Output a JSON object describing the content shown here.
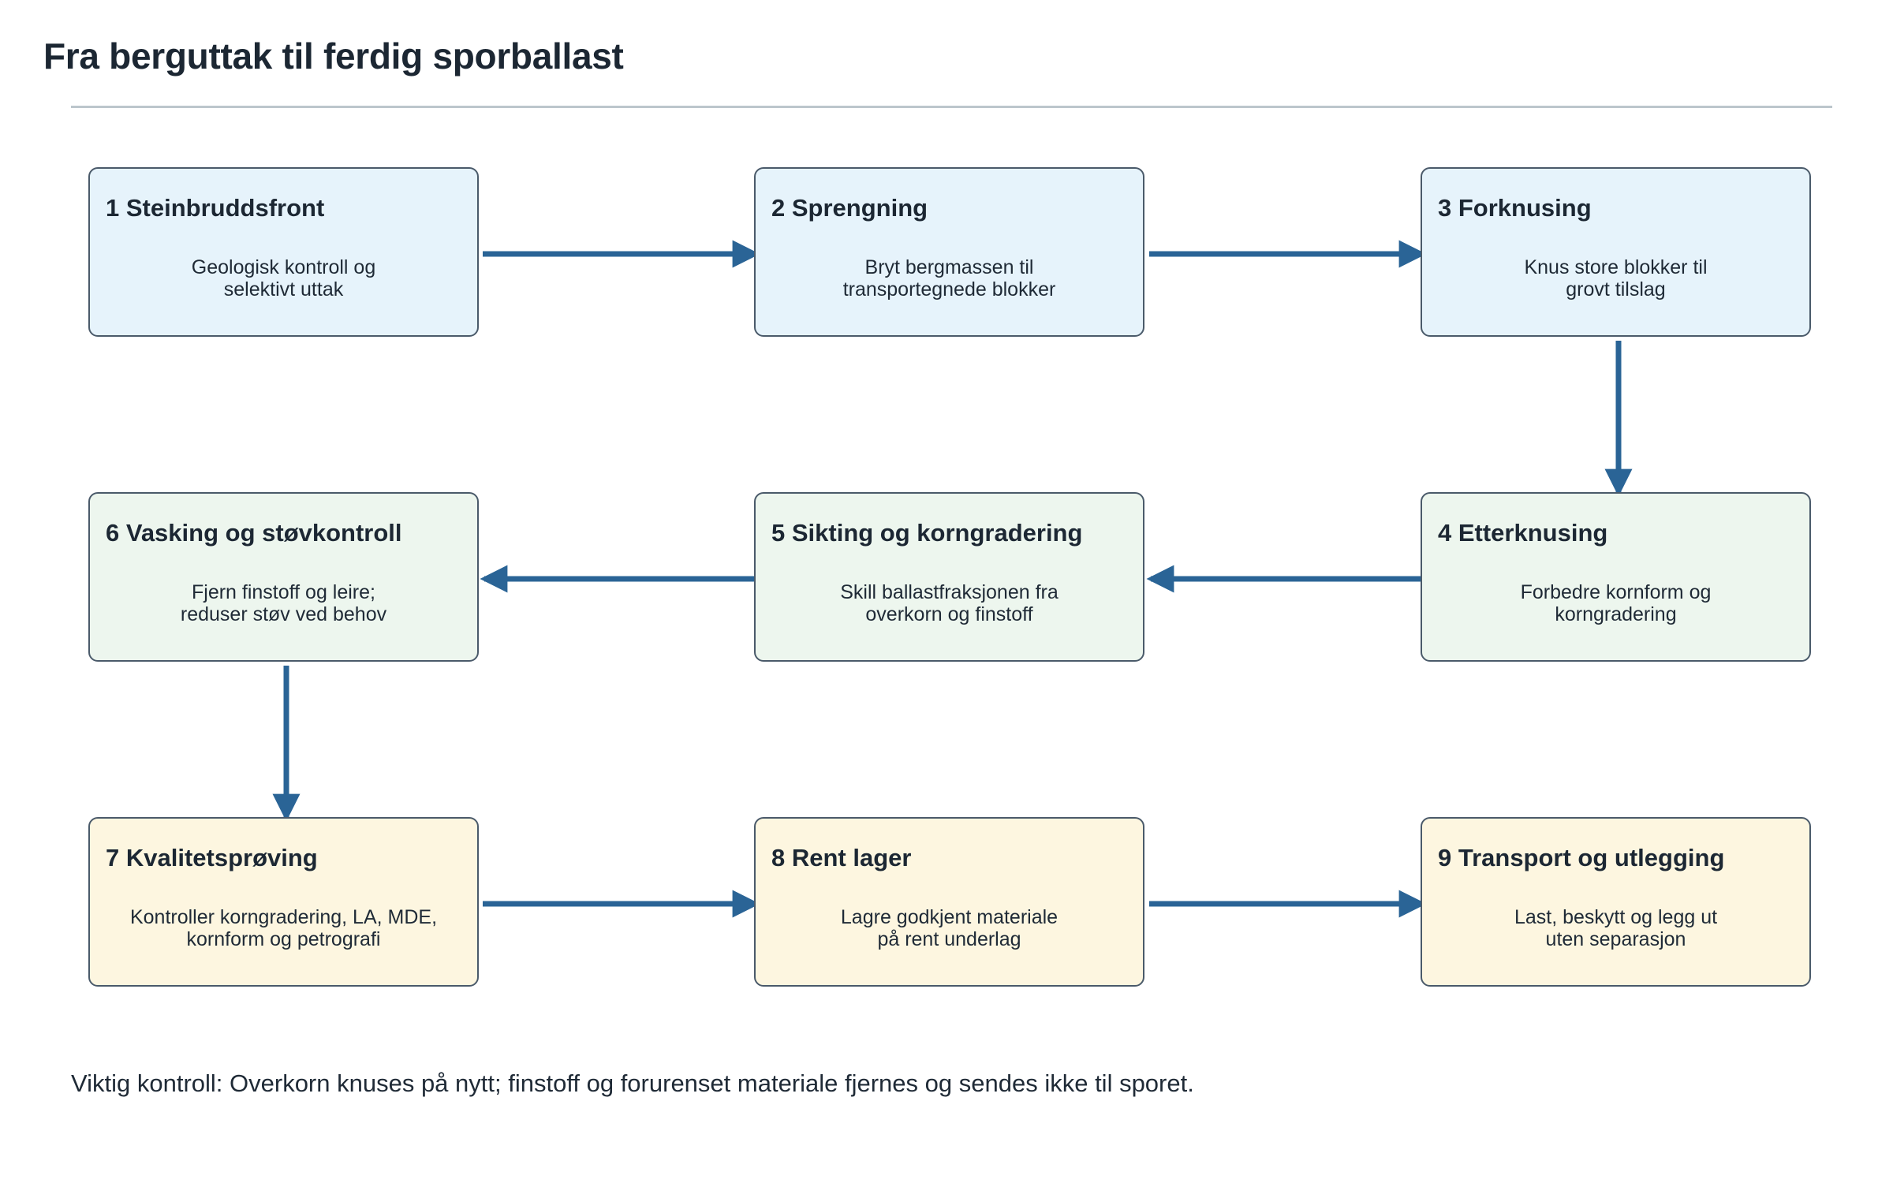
{
  "title": "Fra berguttak til ferdig sporballast",
  "colors": {
    "stage_blue": "#e6f3fb",
    "stage_green": "#edf6ee",
    "stage_yellow": "#fdf6e0",
    "arrow": "#2a6496",
    "border": "#4a5a6a"
  },
  "steps": [
    {
      "title": "1 Steinbruddsfront",
      "desc": [
        "Geologisk kontroll og",
        "selektivt uttak"
      ]
    },
    {
      "title": "2 Sprengning",
      "desc": [
        "Bryt bergmassen til",
        "transportegnede blokker"
      ]
    },
    {
      "title": "3 Forknusing",
      "desc": [
        "Knus store blokker til",
        "grovt tilslag"
      ]
    },
    {
      "title": "4 Etterknusing",
      "desc": [
        "Forbedre kornform og",
        "korngradering"
      ]
    },
    {
      "title": "5 Sikting og korngradering",
      "desc": [
        "Skill ballastfraksjonen fra",
        "overkorn og finstoff"
      ]
    },
    {
      "title": "6 Vasking og støvkontroll",
      "desc": [
        "Fjern finstoff og leire;",
        "reduser støv ved behov"
      ]
    },
    {
      "title": "7 Kvalitetsprøving",
      "desc": [
        "Kontroller korngradering, LA, MDE,",
        "kornform og petrografi"
      ]
    },
    {
      "title": "8 Rent lager",
      "desc": [
        "Lagre godkjent materiale",
        "på rent underlag"
      ]
    },
    {
      "title": "9 Transport og utlegging",
      "desc": [
        "Last, beskytt og legg ut",
        "uten separasjon"
      ]
    }
  ],
  "footnote": "Viktig kontroll: Overkorn knuses på nytt; finstoff og forurenset materiale fjernes og sendes ikke til sporet."
}
